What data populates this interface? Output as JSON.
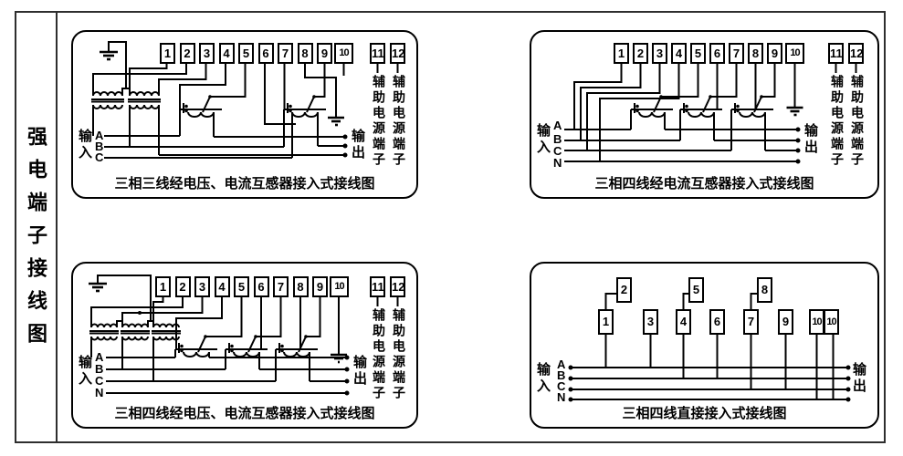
{
  "sidebar": {
    "title": "强电端子接线图"
  },
  "colors": {
    "line": "#000000",
    "background": "#ffffff",
    "border": "#2e2e2e"
  },
  "panels": [
    {
      "id": "three-phase-three-wire-pt-ct",
      "caption": "三相三线经电压、电流互感器接入式接线图",
      "terminals": [
        "1",
        "2",
        "3",
        "4",
        "5",
        "6",
        "7",
        "8",
        "9",
        "10"
      ],
      "aux_terminals": [
        "11",
        "12"
      ],
      "aux_label": "辅助电源端子",
      "input_label": "输入",
      "output_label": "输出",
      "phases": [
        "A",
        "B",
        "C"
      ]
    },
    {
      "id": "three-phase-four-wire-ct",
      "caption": "三相四线经电流互感器接入式接线图",
      "terminals": [
        "1",
        "2",
        "3",
        "4",
        "5",
        "6",
        "7",
        "8",
        "9",
        "10"
      ],
      "aux_terminals": [
        "11",
        "12"
      ],
      "aux_label": "辅助电源端子",
      "input_label": "输入",
      "output_label": "输出",
      "phases": [
        "A",
        "B",
        "C",
        "N"
      ]
    },
    {
      "id": "three-phase-four-wire-pt-ct",
      "caption": "三相四线经电压、电流互感器接入式接线图",
      "terminals": [
        "1",
        "2",
        "3",
        "4",
        "5",
        "6",
        "7",
        "8",
        "9",
        "10"
      ],
      "aux_terminals": [
        "11",
        "12"
      ],
      "aux_label": "辅助电源端子",
      "input_label": "输入",
      "output_label": "输出",
      "phases": [
        "A",
        "B",
        "C",
        "N"
      ]
    },
    {
      "id": "three-phase-four-wire-direct",
      "caption": "三相四线直接接入式接线图",
      "terminals": [
        "1",
        "2",
        "3",
        "4",
        "5",
        "6",
        "7",
        "8",
        "9",
        "10",
        "10"
      ],
      "input_label": "输入",
      "output_label": "输出",
      "phases": [
        "A",
        "B",
        "C",
        "N"
      ]
    }
  ]
}
